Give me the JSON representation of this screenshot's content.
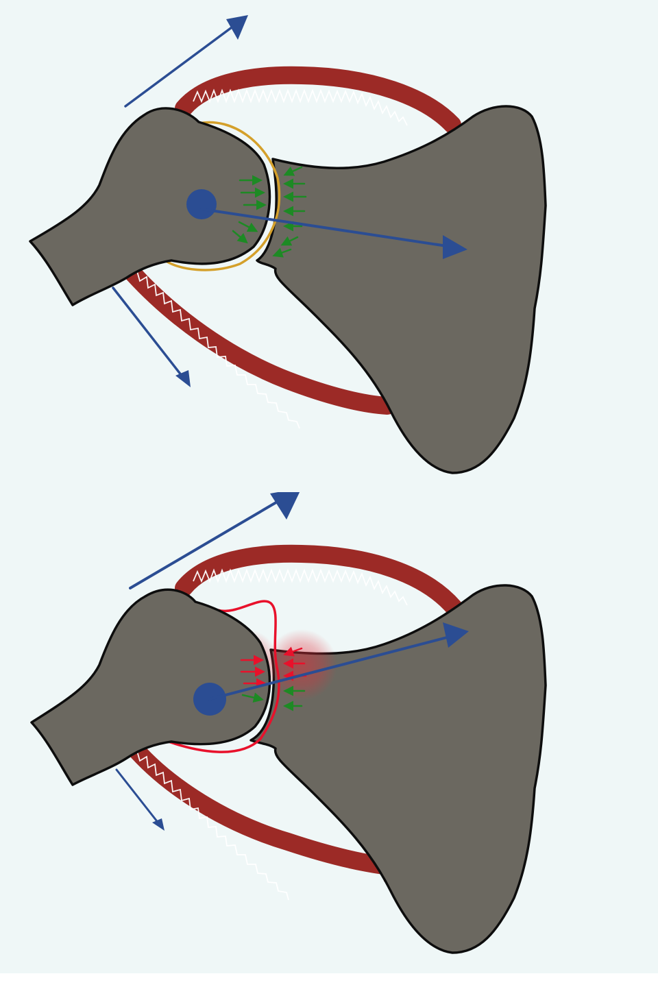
{
  "figure": {
    "panels": [
      {
        "id": "balanced-shoulder",
        "state": "balanced"
      },
      {
        "id": "unbalanced-shoulder",
        "state": "unbalanced"
      }
    ],
    "colors": {
      "background": "#eff7f7",
      "bone": "#6b6860",
      "muscle": "#9c2a26",
      "force_vector": "#2b4d93",
      "compression_arrow": "#1d8a24",
      "strain_arrow": "#e8112b",
      "capsule_balanced": "#d4a02b",
      "capsule_strained": "#e8112b",
      "glow": "#e0303c"
    },
    "icons": [
      "humeral-head-center-dot",
      "resultant-force-arrow",
      "compression-arrows"
    ]
  }
}
